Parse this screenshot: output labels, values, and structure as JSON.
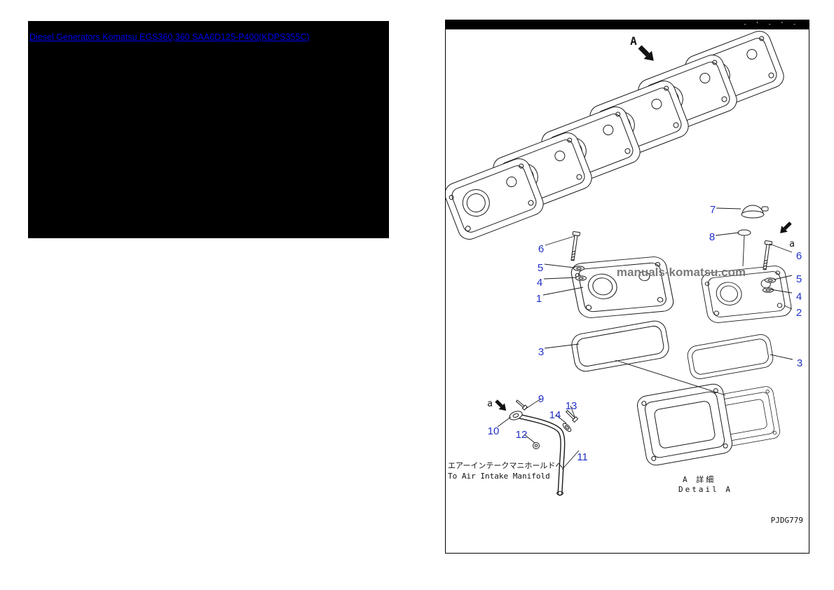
{
  "header": {
    "product_link": "Diesel Generators Komatsu EGS360,360 SAA6D125-P400(KDPS355C)"
  },
  "diagram": {
    "topbar_marks": "- ' - ' -",
    "view_label": "A",
    "detail_ref_top": "a",
    "detail_ref_bottom": "a",
    "watermark": "manuals-komatsu.com",
    "note_jp": "エアーインテークマニホールドへ",
    "note_en": "To Air Intake Manifold",
    "detail_title_jp": "A 詳細",
    "detail_title_en": "Detail A",
    "drawing_number": "PJDG779",
    "callouts": {
      "c7": "7",
      "c8": "8",
      "c6_left": "6",
      "c5_left": "5",
      "c4_left": "4",
      "c1": "1",
      "c6_right": "6",
      "c5_right": "5",
      "c4_right": "4",
      "c2": "2",
      "c3_left": "3",
      "c3_right": "3",
      "c9": "9",
      "c13": "13",
      "c14": "14",
      "c10": "10",
      "c12": "12",
      "c11": "11"
    },
    "colors": {
      "callout_blue": "#2231c8",
      "link_blue": "#0000ee"
    }
  }
}
